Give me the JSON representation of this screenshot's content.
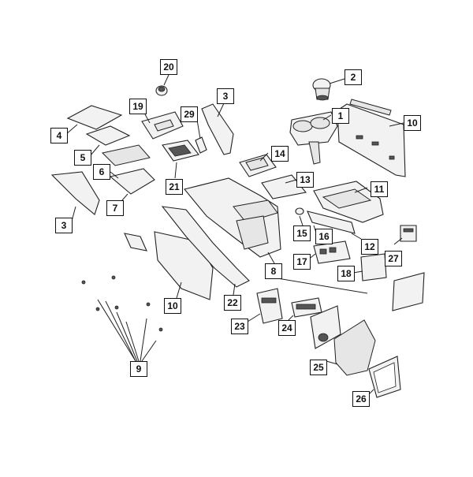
{
  "callouts": [
    {
      "id": "c20",
      "text": "20"
    },
    {
      "id": "c2",
      "text": "2"
    },
    {
      "id": "c3a",
      "text": "3"
    },
    {
      "id": "c19",
      "text": "19"
    },
    {
      "id": "c29",
      "text": "29"
    },
    {
      "id": "c1",
      "text": "1"
    },
    {
      "id": "c10a",
      "text": "10"
    },
    {
      "id": "c4",
      "text": "4"
    },
    {
      "id": "c5",
      "text": "5"
    },
    {
      "id": "c14",
      "text": "14"
    },
    {
      "id": "c6",
      "text": "6"
    },
    {
      "id": "c21",
      "text": "21"
    },
    {
      "id": "c13",
      "text": "13"
    },
    {
      "id": "c11",
      "text": "11"
    },
    {
      "id": "c7",
      "text": "7"
    },
    {
      "id": "c3b",
      "text": "3"
    },
    {
      "id": "c15",
      "text": "15"
    },
    {
      "id": "c16",
      "text": "16"
    },
    {
      "id": "c12",
      "text": "12"
    },
    {
      "id": "c27",
      "text": "27"
    },
    {
      "id": "c17",
      "text": "17"
    },
    {
      "id": "c8",
      "text": "8"
    },
    {
      "id": "c18",
      "text": "18"
    },
    {
      "id": "c10b",
      "text": "10"
    },
    {
      "id": "c22",
      "text": "22"
    },
    {
      "id": "c23",
      "text": "23"
    },
    {
      "id": "c24",
      "text": "24"
    },
    {
      "id": "c9",
      "text": "9"
    },
    {
      "id": "c25",
      "text": "25"
    },
    {
      "id": "c26",
      "text": "26"
    }
  ]
}
